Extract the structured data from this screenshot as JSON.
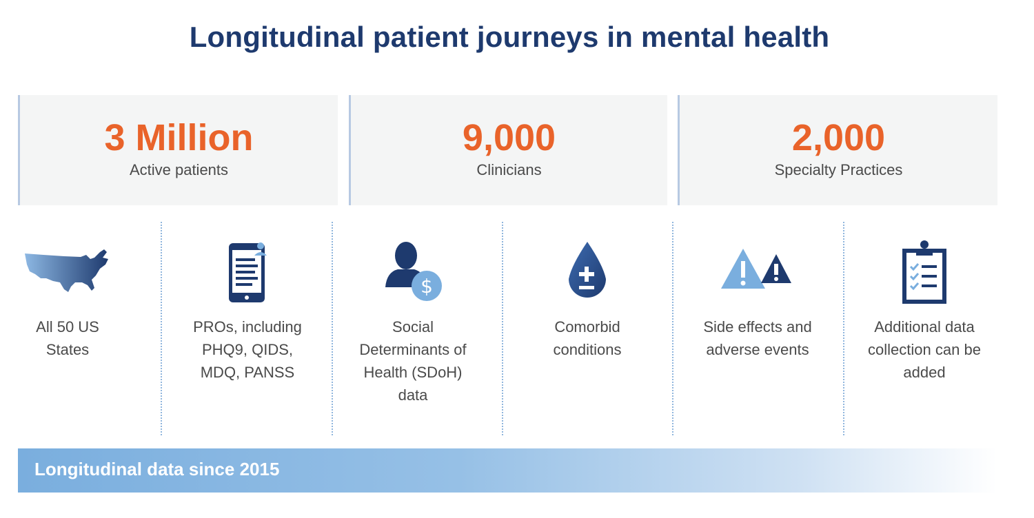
{
  "title": "Longitudinal patient journeys in mental health",
  "stats": [
    {
      "value": "3 Million",
      "label": "Active patients"
    },
    {
      "value": "9,000",
      "label": "Clinicians"
    },
    {
      "value": "2,000",
      "label": "Specialty Practices"
    }
  ],
  "features": [
    {
      "icon": "us-map-icon",
      "label": "All 50 US\nStates"
    },
    {
      "icon": "mobile-survey-icon",
      "label": "PROs, including\nPHQ9, QIDS,\nMDQ, PANSS"
    },
    {
      "icon": "person-dollar-icon",
      "label": "Social\nDeterminants of\nHealth (SDoH)\ndata"
    },
    {
      "icon": "plus-minus-drop-icon",
      "label": "Comorbid\nconditions"
    },
    {
      "icon": "warning-icon",
      "label": "Side effects and\nadverse events"
    },
    {
      "icon": "clipboard-checklist-icon",
      "label": "Additional data\ncollection can be\nadded"
    }
  ],
  "footer_banner": "Longitudinal data since 2015",
  "colors": {
    "title": "#1e3a6e",
    "stat_value": "#e9632a",
    "icon_dark": "#1e3a6e",
    "icon_light": "#7aaede"
  }
}
